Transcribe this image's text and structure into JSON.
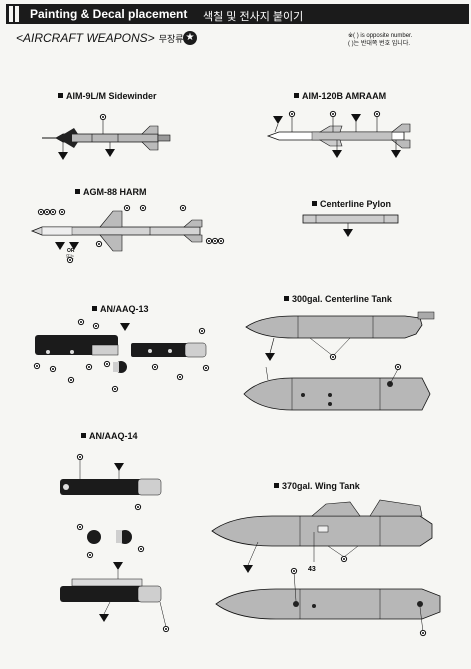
{
  "header": {
    "title": "Painting & Decal placement",
    "title_ko": "색칠 및 전사지 붙이기"
  },
  "section": {
    "title": "<AIRCRAFT WEAPONS>",
    "title_ko": "무장류"
  },
  "note": {
    "line1": "※( ) is opposite number.",
    "line2": "( )는 반대쪽 번호 입니다."
  },
  "items": {
    "sidewinder": "AIM-9L/M  Sidewinder",
    "amraam": "AIM-120B  AMRAAM",
    "harm": "AGM-88  HARM",
    "pylon": "Centerline  Pylon",
    "aaq13": "AN/AAQ-13",
    "tank300": "300gal.  Centerline  Tank",
    "aaq14": "AN/AAQ-14",
    "tank370": "370gal.  Wing  Tank"
  },
  "callouts": {
    "harm_or": "OR",
    "harm_or_ko": "또는",
    "wing_tank_decal": "43"
  }
}
